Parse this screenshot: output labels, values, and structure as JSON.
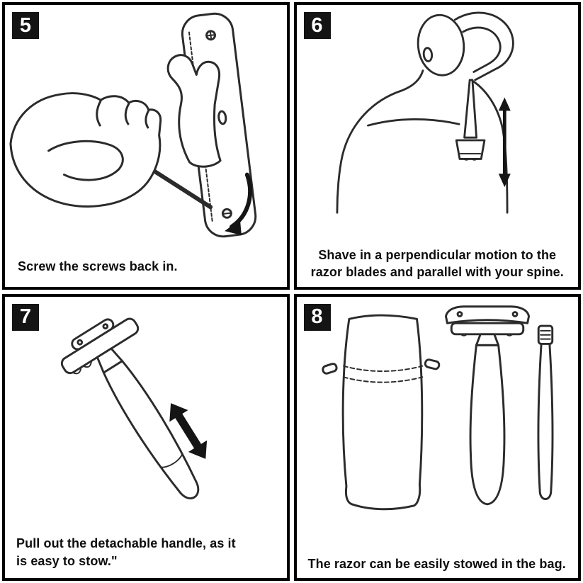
{
  "panels": [
    {
      "number": "5",
      "caption": "Screw the screws back in."
    },
    {
      "number": "6",
      "caption": "Shave in a perpendicular motion to the razor blades and parallel with your spine."
    },
    {
      "number": "7",
      "caption": "Pull out the detachable handle, as it is easy to stow.\""
    },
    {
      "number": "8",
      "caption": "The razor can be easily stowed in the bag."
    }
  ],
  "icons": [
    "rotation-arrow-icon",
    "up-down-arrow-icon",
    "diagonal-double-arrow-icon"
  ],
  "colors": {
    "background": "#ffffff",
    "panel_border": "#000000",
    "badge_bg": "#141414",
    "badge_text": "#ffffff",
    "line_art": "#2b2b2b",
    "arrow": "#151515",
    "caption_text": "#0d0d0d"
  }
}
